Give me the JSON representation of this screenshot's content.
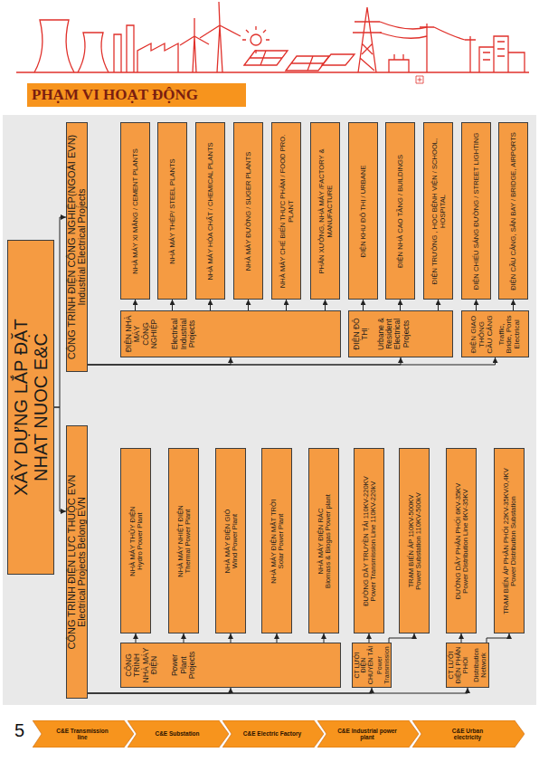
{
  "diagram": {
    "title": "PHẠM VI HOẠT ĐỘNG",
    "nodes": [
      {
        "text": [
          "XÂY DỰNG LẮP ĐẶT",
          "NHAT NUOC E&C"
        ]
      },
      {
        "text": [
          "CÔNG TRÌNH ĐIỆN CÔNG NGHIỆP(NGOÀI EVN)",
          "Industrial Electrical Projects"
        ]
      },
      {
        "text": [
          "NHÀ MÁY XI MĂNG / CEMENT PLANTS"
        ]
      },
      {
        "text": [
          "NHÀ MÁY THÉP/ STEEL PLANTS"
        ]
      },
      {
        "text": [
          "NHÀ MÁY HÓA CHẤT / CHEMICAL PLANTS"
        ]
      },
      {
        "text": [
          "NHÀ MÁY ĐƯỜNG / SUGER PLANTS"
        ]
      },
      {
        "text": [
          "NHÀ MÁY CHẾ BIẾN THỰC PHẨM / FOOD PRO. PLANT"
        ]
      },
      {
        "text": [
          "PHÂN XƯỞNG, NHÀ MÁY /FACTORY & MANUFACTURE"
        ]
      },
      {
        "text": [
          "ĐIỆN KHU ĐÔ THỊ / URBANE"
        ]
      },
      {
        "text": [
          "ĐIỆN NHÀ CAO TẦNG / BUILDINGS"
        ]
      },
      {
        "text": [
          "ĐIỆN TRƯỜNG , HỌC BỆNH VIỆN / SCHOOL, HOSPITAL"
        ]
      },
      {
        "text": [
          "ĐIỆN CHIẾU SÁNG ĐƯỜNG / STREET LIGHTING"
        ]
      },
      {
        "text": [
          "ĐIỆN CẦU CẢNG, SÂN BAY / BRIDGE, AIRPORTS"
        ]
      },
      {
        "text": [
          "ĐIỆN NHÀ MÁY CÔNG NGHIỆP",
          "Electrical Industrial Projects"
        ]
      },
      {
        "text": [
          "ĐIỆN ĐÔ THỊ",
          "Urbane & Resident Electrical Projects"
        ]
      },
      {
        "text": [
          "ĐIỆN GIAO THÔNG CẦU CẢNG",
          "Traffic, Bride, Ports Electrical"
        ]
      },
      {
        "text": [
          "CÔNG TRÌNH ĐIỆN LỰC THUỘC EVN",
          "Electrical Projects Belong EVN"
        ]
      },
      {
        "text": [
          "NHÀ MÁY THỦY ĐIỆN",
          "Hydro Power Plant"
        ]
      },
      {
        "text": [
          "NHÀ MÁY NHIỆT ĐIỆN",
          "Thermal Power Plant"
        ]
      },
      {
        "text": [
          "NHÀ MÁY ĐIỆN GIÓ",
          "Wind Power Plant"
        ]
      },
      {
        "text": [
          "NHÀ MÁY ĐIỆN MẶT TRỜI",
          "Solar Power Plant"
        ]
      },
      {
        "text": [
          "NHÀ MÁY ĐIỆN RÁC",
          "Biomass & Biogas Power plant"
        ]
      },
      {
        "text": [
          "ĐƯỜNG DÂY TRUYỀN TẢI 110KV-220KV",
          "Power Transmission Line 110KV-220kV"
        ]
      },
      {
        "text": [
          "TRẠM BIẾN ÁP 110KV-500KV",
          "Power Substation 110KV-500kV"
        ]
      },
      {
        "text": [
          "ĐƯỜNG DÂY PHÂN PHỐI 6KV-35KV",
          "Power Distribution Line 6KV-35KV"
        ]
      },
      {
        "text": [
          "TRẠM BIẾN ÁP PHÂN PHỐI 22KV-35KV/0,4KV",
          "Power Distribution Substation"
        ]
      },
      {
        "text": [
          "CÔNG TRÌNH NHÀ MÁY ĐIỆN",
          "Power Plant Projects"
        ]
      },
      {
        "text": [
          "CT LƯỚI ĐIỆN CHUYỂN TẢI",
          "Power Transmission"
        ]
      },
      {
        "text": [
          "CT LƯỚI ĐIỆN PHÂN PHỐI",
          "Distribution Network"
        ]
      },
      {
        "text": [
          "C&E Transmission line"
        ]
      },
      {
        "text": [
          "C&E Substation"
        ]
      },
      {
        "text": [
          "C&E Electric Factory"
        ]
      },
      {
        "text": [
          "C&E Industrial power plant"
        ]
      },
      {
        "text": [
          "C&E Urban electricity"
        ]
      }
    ],
    "edges": [
      {
        "from": 0,
        "to": 1,
        "arrow": "to"
      },
      {
        "from": 0,
        "to": 16,
        "arrow": "to"
      },
      {
        "from": 1,
        "to": 13,
        "arrow": "to"
      },
      {
        "from": 1,
        "to": 14,
        "arrow": "to"
      },
      {
        "from": 1,
        "to": 15,
        "arrow": "to"
      },
      {
        "from": 13,
        "to": 2,
        "arrow": "to"
      },
      {
        "from": 13,
        "to": 3,
        "arrow": "to"
      },
      {
        "from": 13,
        "to": 4,
        "arrow": "to"
      },
      {
        "from": 13,
        "to": 5,
        "arrow": "to"
      },
      {
        "from": 13,
        "to": 6,
        "arrow": "to"
      },
      {
        "from": 13,
        "to": 7,
        "arrow": "to"
      },
      {
        "from": 14,
        "to": 8,
        "arrow": "to"
      },
      {
        "from": 14,
        "to": 9,
        "arrow": "to"
      },
      {
        "from": 14,
        "to": 10,
        "arrow": "to"
      },
      {
        "from": 15,
        "to": 11,
        "arrow": "to"
      },
      {
        "from": 15,
        "to": 12,
        "arrow": "to"
      },
      {
        "from": 16,
        "to": 26,
        "arrow": "to"
      },
      {
        "from": 16,
        "to": 27,
        "arrow": "to"
      },
      {
        "from": 16,
        "to": 28,
        "arrow": "to"
      },
      {
        "from": 26,
        "to": 17,
        "arrow": "to"
      },
      {
        "from": 26,
        "to": 18,
        "arrow": "to"
      },
      {
        "from": 26,
        "to": 19,
        "arrow": "to"
      },
      {
        "from": 26,
        "to": 20,
        "arrow": "to"
      },
      {
        "from": 26,
        "to": 21,
        "arrow": "to"
      },
      {
        "from": 27,
        "to": 22,
        "arrow": "to"
      },
      {
        "from": 27,
        "to": 23,
        "arrow": "to"
      },
      {
        "from": 28,
        "to": 24,
        "arrow": "to"
      },
      {
        "from": 28,
        "to": 25,
        "arrow": "to"
      }
    ],
    "labels": [
      "5"
    ]
  }
}
